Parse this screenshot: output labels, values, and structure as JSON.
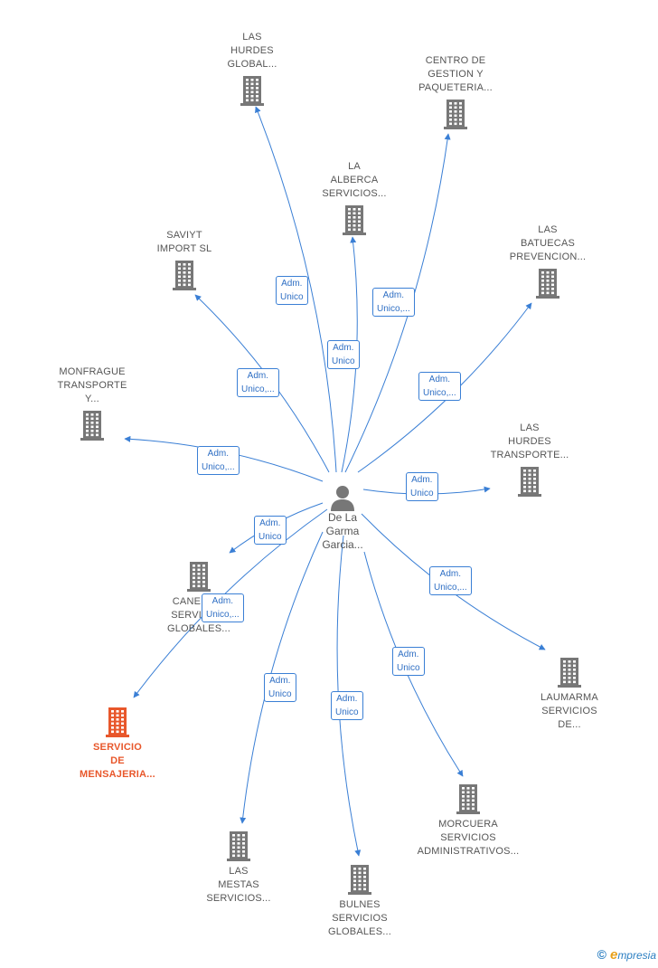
{
  "center": {
    "name": "De La\nGarma\nGarcia..."
  },
  "colors": {
    "node": "#777777",
    "highlight": "#e8572b",
    "edge": "#3a7fd5",
    "label": "#555555"
  },
  "companies": [
    {
      "id": "las-hurdes-global",
      "label": "LAS\nHURDES\nGLOBAL...",
      "relation": "Adm.\nUnico"
    },
    {
      "id": "centro-de-gestion",
      "label": "CENTRO DE\nGESTION Y\nPAQUETERIA...",
      "relation": "Adm.\nUnico,..."
    },
    {
      "id": "la-alberca",
      "label": "LA\nALBERCA\nSERVICIOS...",
      "relation": "Adm.\nUnico"
    },
    {
      "id": "saviyt-import",
      "label": "SAVIYT\nIMPORT  SL",
      "relation": "Adm.\nUnico,..."
    },
    {
      "id": "las-batuecas",
      "label": "LAS\nBATUECAS\nPREVENCION...",
      "relation": "Adm.\nUnico,..."
    },
    {
      "id": "monfrague",
      "label": "MONFRAGUE\nTRANSPORTE\nY...",
      "relation": "Adm.\nUnico,..."
    },
    {
      "id": "las-hurdes-transporte",
      "label": "LAS\nHURDES\nTRANSPORTE...",
      "relation": "Adm.\nUnico"
    },
    {
      "id": "canencia",
      "label": "CANENCIA\nSERVICIOS\nGLOBALES...",
      "relation": "Adm.\nUnico"
    },
    {
      "id": "servicio-de-mensajeria",
      "label": "SERVICIO\nDE\nMENSAJERIA...",
      "relation": "Adm.\nUnico,...",
      "highlight": true
    },
    {
      "id": "laumarma",
      "label": "LAUMARMA\nSERVICIOS\nDE...",
      "relation": "Adm.\nUnico,..."
    },
    {
      "id": "las-mestas",
      "label": "LAS\nMESTAS\nSERVICIOS...",
      "relation": "Adm.\nUnico"
    },
    {
      "id": "bulnes",
      "label": "BULNES\nSERVICIOS\nGLOBALES...",
      "relation": "Adm.\nUnico"
    },
    {
      "id": "morcuera",
      "label": "MORCUERA\nSERVICIOS\nADMINISTRATIVOS...",
      "relation": "Adm.\nUnico"
    }
  ],
  "footer": {
    "copyright": "©",
    "brand_first": "e",
    "brand_rest": "mpresia"
  }
}
